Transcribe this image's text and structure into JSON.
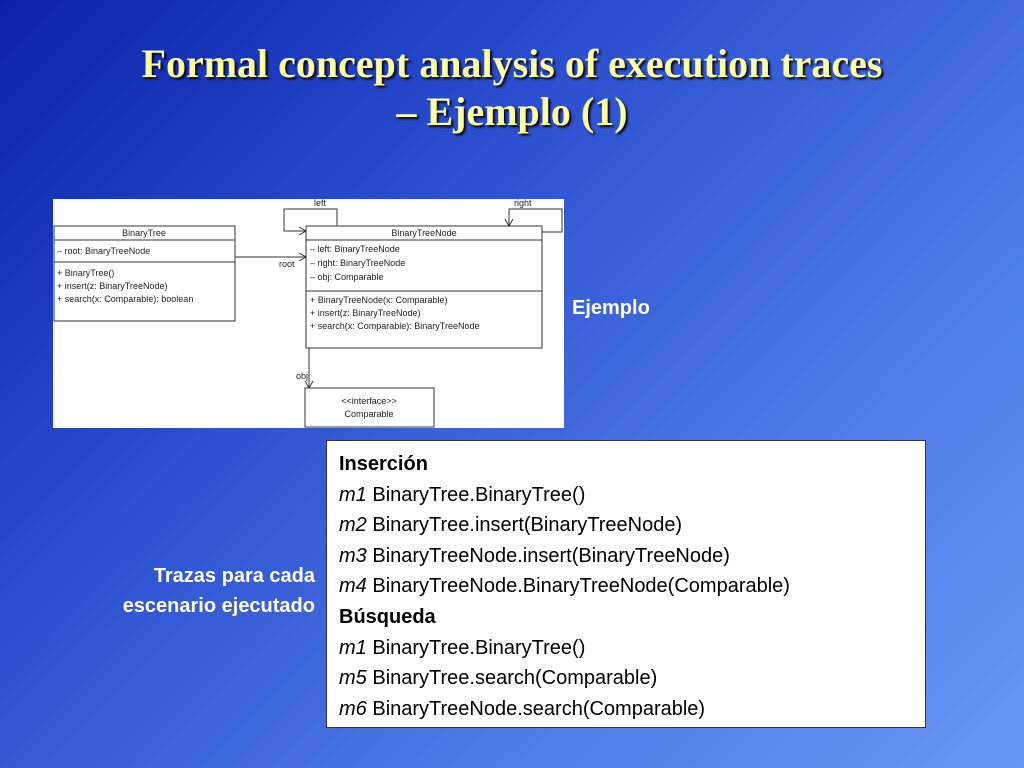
{
  "slide": {
    "title_line1": "Formal concept analysis of execution traces",
    "title_line2": "– Ejemplo (1)",
    "example_label": "Ejemplo",
    "traces_label_line1": "Trazas para cada",
    "traces_label_line2": "escenario ejecutado"
  },
  "uml": {
    "binary_tree": {
      "name": "BinaryTree",
      "attributes": [
        "– root: BinaryTreeNode"
      ],
      "operations": [
        "+ BinaryTree()",
        "+ insert(z: BinaryTreeNode)",
        "+ search(x: Comparable): boolean"
      ]
    },
    "binary_tree_node": {
      "name": "BinaryTreeNode",
      "attributes": [
        "– left: BinaryTreeNode",
        "– right: BinaryTreeNode",
        "– obj: Comparable"
      ],
      "operations": [
        "+ BinaryTreeNode(x: Comparable)",
        "+ insert(z: BinaryTreeNode)",
        "+ search(x: Comparable): BinaryTreeNode"
      ]
    },
    "comparable": {
      "stereotype": "<<interface>>",
      "name": "Comparable"
    },
    "association_labels": {
      "left": "left",
      "right": "right",
      "root": "root",
      "obj": "obj"
    }
  },
  "traces": {
    "sections": [
      {
        "heading": "Inserción",
        "lines": [
          {
            "id": "m1",
            "call": "BinaryTree.BinaryTree()"
          },
          {
            "id": "m2",
            "call": "BinaryTree.insert(BinaryTreeNode)"
          },
          {
            "id": "m3",
            "call": "BinaryTreeNode.insert(BinaryTreeNode)"
          },
          {
            "id": "m4",
            "call": "BinaryTreeNode.BinaryTreeNode(Comparable)"
          }
        ]
      },
      {
        "heading": "Búsqueda",
        "lines": [
          {
            "id": "m1",
            "call": "BinaryTree.BinaryTree()"
          },
          {
            "id": "m5",
            "call": "BinaryTree.search(Comparable)"
          },
          {
            "id": "m6",
            "call": "BinaryTreeNode.search(Comparable)"
          }
        ]
      }
    ]
  }
}
